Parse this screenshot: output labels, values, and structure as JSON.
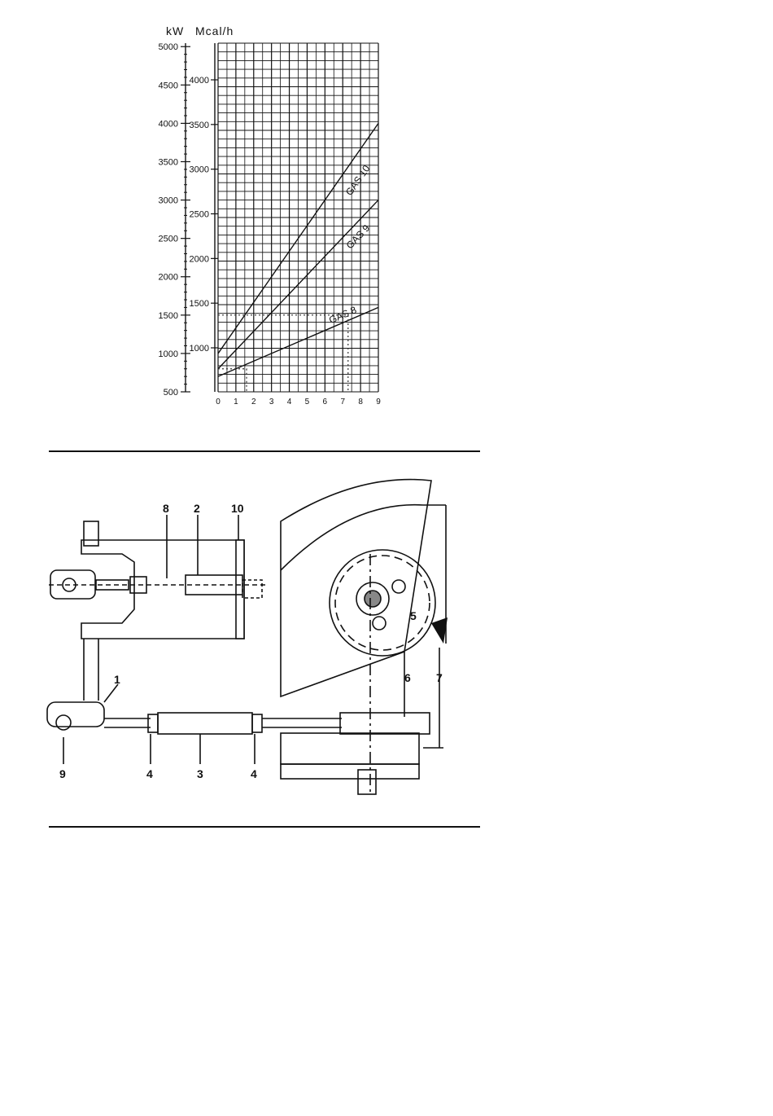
{
  "chart_data": {
    "type": "line",
    "x_ticks": [
      "0",
      "1",
      "2",
      "3",
      "4",
      "5",
      "6",
      "7",
      "8",
      "9"
    ],
    "xlim": [
      0,
      9
    ],
    "y_left_label": "kW",
    "y_right_label": "Mcal/h",
    "kw_ticks": [
      500,
      1000,
      1500,
      2000,
      2500,
      3000,
      3500,
      4000,
      4500,
      5000
    ],
    "mcal_ticks": [
      1000,
      1500,
      2000,
      2500,
      3000,
      3500,
      4000
    ],
    "grid": true,
    "series": [
      {
        "name": "GAS 10",
        "x": [
          0,
          3,
          9
        ],
        "y": [
          1000,
          2000,
          4000
        ]
      },
      {
        "name": "GAS 9",
        "x": [
          0,
          9
        ],
        "y": [
          800,
          3000
        ]
      },
      {
        "name": "GAS 8",
        "x": [
          0,
          3,
          9
        ],
        "y": [
          700,
          1000,
          1600
        ]
      }
    ],
    "guides": [
      {
        "x": 1.6,
        "y": 800
      },
      {
        "x": 7.3,
        "y": 1500
      }
    ]
  },
  "diagram": {
    "callouts": [
      "8",
      "2",
      "10",
      "1",
      "9",
      "4",
      "3",
      "4",
      "5",
      "6",
      "7"
    ]
  }
}
